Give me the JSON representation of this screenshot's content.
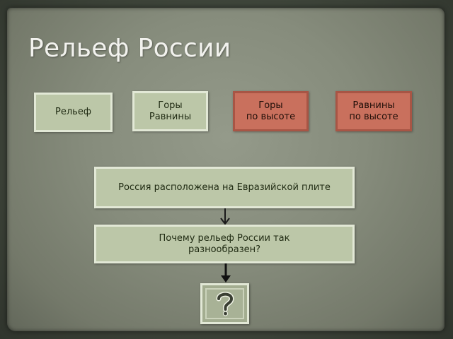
{
  "slide": {
    "title": "Рельеф России"
  },
  "top_row": {
    "relief": "Рельеф",
    "mountains_plains": "Горы\nРавнины",
    "mountains_by_height": "Горы\nпо высоте",
    "plains_by_height": "Равнины\nпо высоте"
  },
  "flow": {
    "russia_plate": "Россия расположена на Евразийской плите",
    "question": "Почему рельеф России так разнообразен?"
  },
  "icons": {
    "arrow": "arrow-down-icon",
    "question": "question-mark-icon"
  },
  "colors": {
    "light_box": "#bcc7a8",
    "red_box": "#c9705d",
    "slide_background": "#868c7c",
    "title_text": "#f2f2ee"
  }
}
